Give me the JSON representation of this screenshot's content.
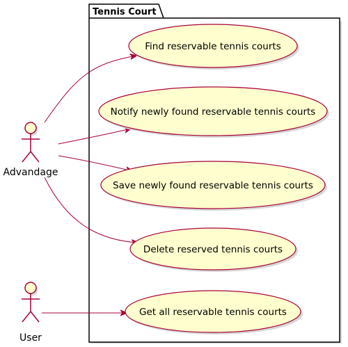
{
  "package": {
    "title": "Tennis Court"
  },
  "actors": [
    {
      "id": "advandage",
      "name": "Advandage"
    },
    {
      "id": "user",
      "name": "User"
    }
  ],
  "use_cases": [
    {
      "id": "find",
      "label": "Find reservable tennis courts"
    },
    {
      "id": "notify",
      "label": "Notify newly found reservable tennis courts"
    },
    {
      "id": "save",
      "label": "Save newly found reservable tennis courts"
    },
    {
      "id": "delete",
      "label": "Delete reserved tennis courts"
    },
    {
      "id": "getall",
      "label": "Get all reservable tennis courts"
    }
  ],
  "associations": [
    {
      "from": "advandage",
      "to": "find"
    },
    {
      "from": "advandage",
      "to": "notify"
    },
    {
      "from": "advandage",
      "to": "save"
    },
    {
      "from": "advandage",
      "to": "delete"
    },
    {
      "from": "user",
      "to": "getall"
    }
  ],
  "colors": {
    "usecase_fill": "#FEFECE",
    "element_stroke": "#A80036",
    "package_stroke": "#000000",
    "shadow": "#D6D6D6"
  }
}
